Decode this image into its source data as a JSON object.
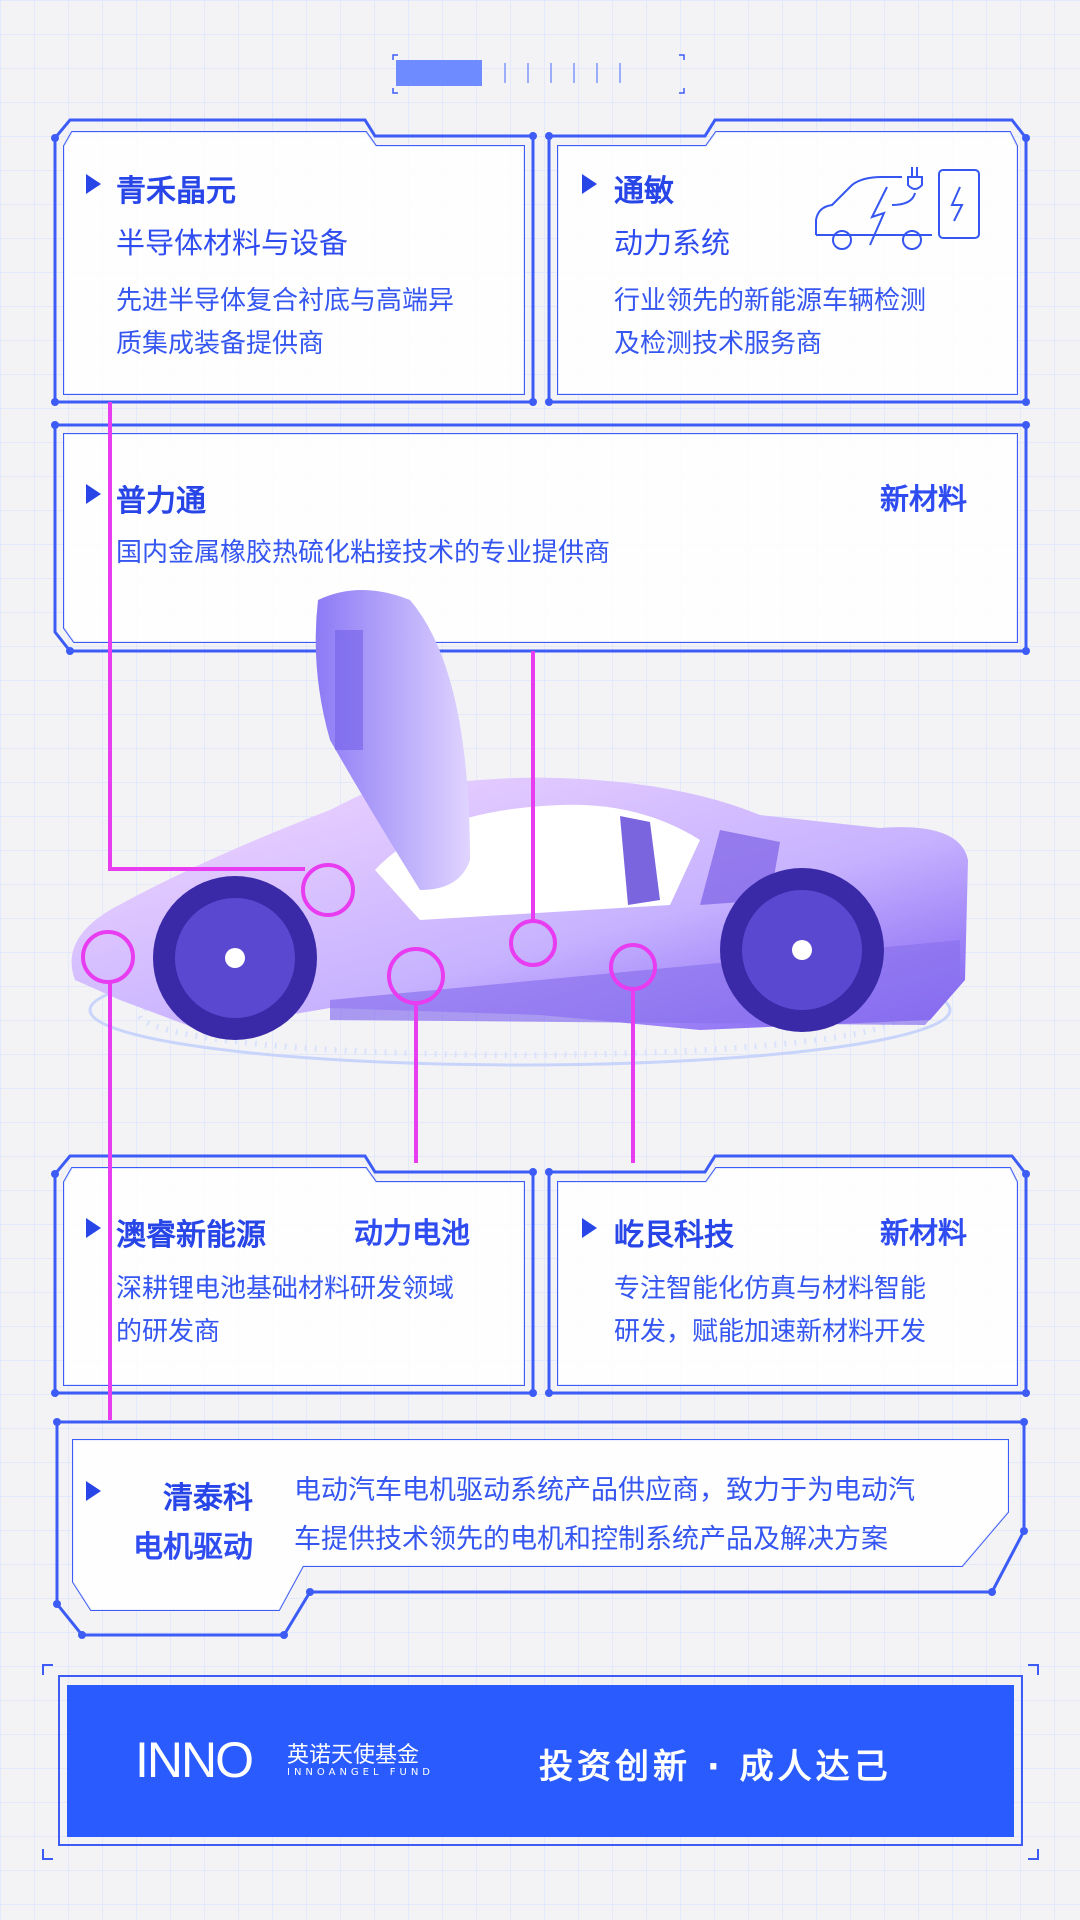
{
  "pager": {
    "active_index": 0,
    "total": 7
  },
  "cards": [
    {
      "name": "青禾晶元",
      "category": "半导体材料与设备",
      "desc": [
        "先进半导体复合衬底与高端异",
        "质集成装备提供商"
      ]
    },
    {
      "name": "通敏",
      "category": "动力系统",
      "desc": [
        "行业领先的新能源车辆检测",
        "及检测技术服务商"
      ],
      "icon": "ev-charging-icon"
    },
    {
      "name": "普力通",
      "category": "新材料",
      "desc": [
        "国内金属橡胶热硫化粘接技术的专业提供商"
      ]
    },
    {
      "name": "澳睿新能源",
      "category": "动力电池",
      "desc": [
        "深耕锂电池基础材料研发领域",
        "的研发商"
      ]
    },
    {
      "name": "屹艮科技",
      "category": "新材料",
      "desc": [
        "专注智能化仿真与材料智能",
        "研发，赋能加速新材料开发"
      ]
    },
    {
      "name": "清泰科",
      "category": "电机驱动",
      "desc": [
        "电动汽车电机驱动系统产品供应商，致力于为电动汽",
        "车提供技术领先的电机和控制系统产品及解决方案"
      ]
    }
  ],
  "footer": {
    "logo_mark": "INNO",
    "logo_cn": "英诺天使基金",
    "logo_en": "INNOANGEL FUND",
    "slogan": "投资创新 · 成人达己"
  },
  "colors": {
    "accent": "#2b5bff",
    "line": "#e83cf0",
    "text": "#2f4cf0"
  }
}
